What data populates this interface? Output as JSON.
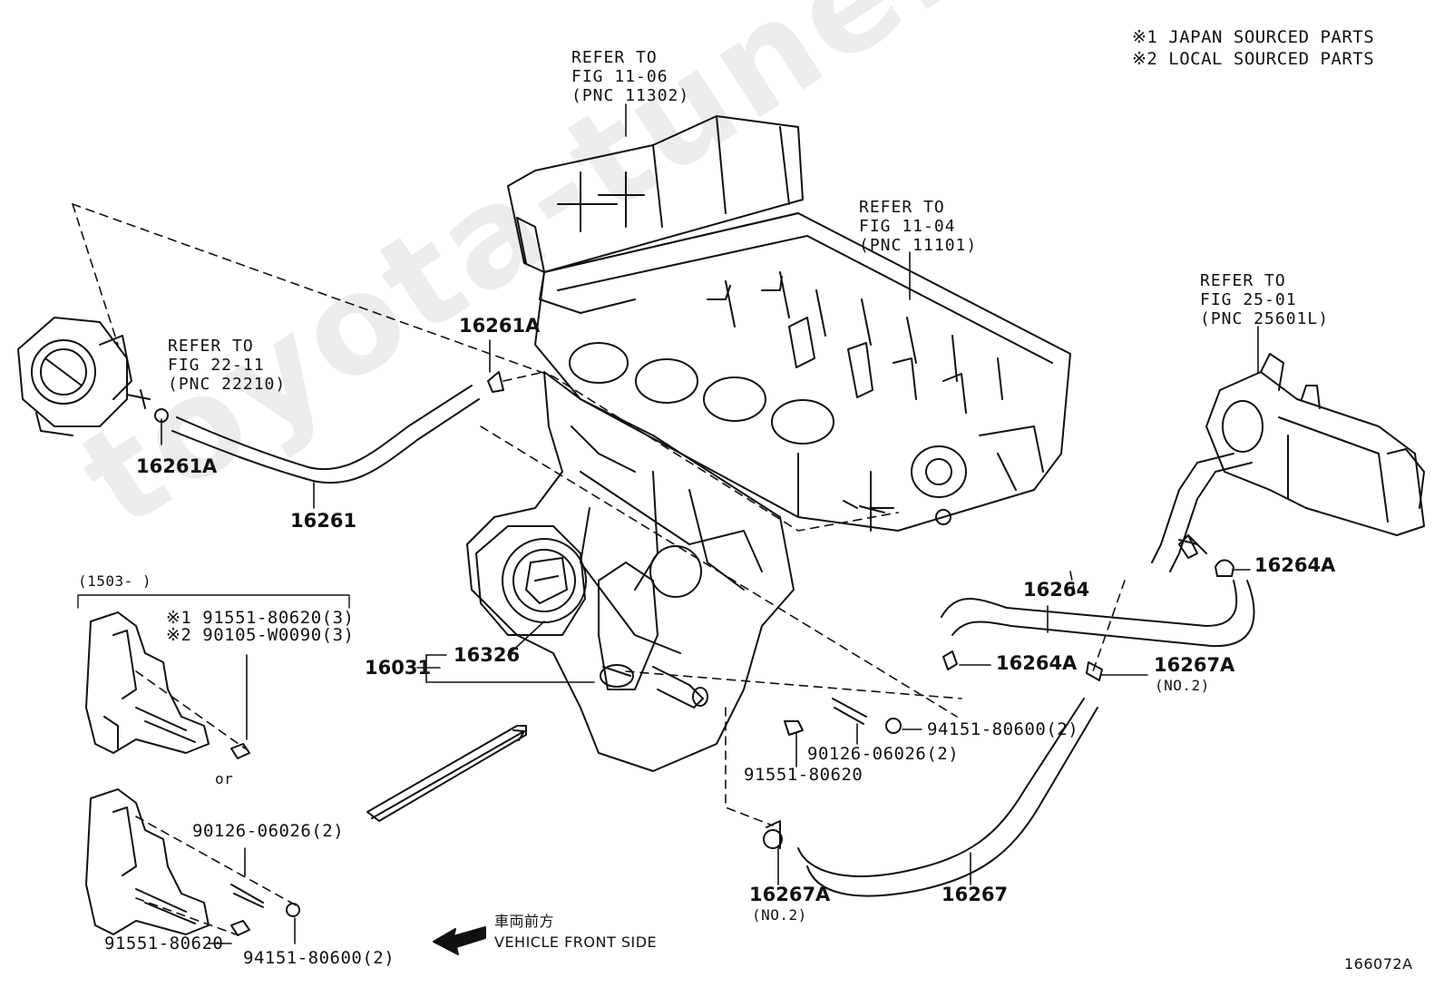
{
  "watermark": "toyota-tune.ru",
  "legend": {
    "line1": "※1 JAPAN SOURCED PARTS",
    "line2": "※2 LOCAL SOURCED PARTS"
  },
  "refs": {
    "fig_11_06": {
      "line1": "REFER TO",
      "line2": "FIG 11-06",
      "line3": "(PNC 11302)"
    },
    "fig_11_04": {
      "line1": "REFER TO",
      "line2": "FIG 11-04",
      "line3": "(PNC 11101)"
    },
    "fig_22_11": {
      "line1": "REFER TO",
      "line2": "FIG 22-11",
      "line3": "(PNC 22210)"
    },
    "fig_25_01": {
      "line1": "REFER TO",
      "line2": "FIG 25-01",
      "line3": "(PNC 25601L)"
    }
  },
  "parts": {
    "p16261A_top": "16261A",
    "p16261A_left": "16261A",
    "p16261": "16261",
    "p16264": "16264",
    "p16264A_right": "16264A",
    "p16264A_mid": "16264A",
    "p16267A_right": "16267A",
    "p16267A_right_note": "(NO.2)",
    "p16267A_bottom": "16267A",
    "p16267A_bottom_note": "(NO.2)",
    "p16267": "16267",
    "p16031": "16031",
    "p16326": "16326",
    "p94151_right": "94151-80600(2)",
    "p90126_mid": "90126-06026(2)",
    "p91551_mid": "91551-80620"
  },
  "inset": {
    "date_range": "(1503-        )",
    "ref1": "※1 91551-80620(3)",
    "ref2": "※2 90105-W0090(3)",
    "or_text": "or",
    "p90126": "90126-06026(2)",
    "p91551": "91551-80620",
    "p94151": "94151-80600(2)"
  },
  "front": {
    "jp_label": "車両前方",
    "en_label": "VEHICLE FRONT SIDE"
  },
  "figure_id": "166072A"
}
